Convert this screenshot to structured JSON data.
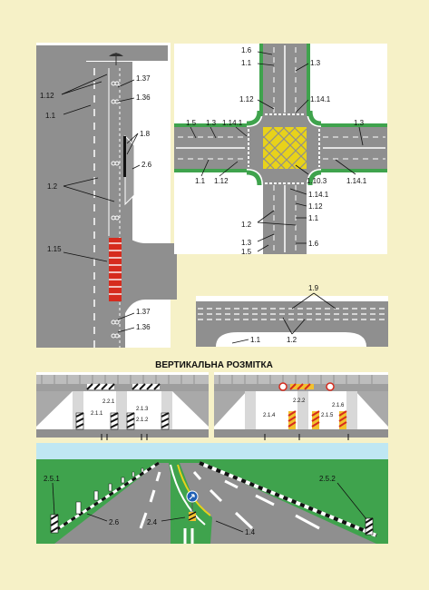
{
  "title": "ВЕРТИКАЛЬНА РОЗМІТКА",
  "left_road_labels": [
    "1.12",
    "1.1",
    "1.37",
    "1.36",
    "1.8",
    "2.6",
    "1.2",
    "1.15",
    "1.37",
    "1.36"
  ],
  "crossroad_labels": [
    "1.6",
    "1.1",
    "1.3",
    "1.12",
    "1.14.1",
    "1.5",
    "1.3",
    "1.14.1",
    "1.3",
    "1.1",
    "1.12",
    "1.10.3",
    "1.14.1",
    "1.14.1",
    "1.12",
    "1.1",
    "1.2",
    "1.3",
    "1.5",
    "1.6"
  ],
  "bridge_labels": [
    "1.9",
    "1.1",
    "1.2"
  ],
  "tunnel_left_labels": [
    "2.2.1",
    "2.1.1",
    "2.1.2",
    "2.1.3"
  ],
  "tunnel_right_labels": [
    "2.2.2",
    "2.1.4",
    "2.1.5",
    "2.1.6"
  ],
  "perspective_labels": [
    "2.5.1",
    "2.6",
    "2.4",
    "1.4",
    "2.5.2"
  ],
  "colors": {
    "background": "#f6f1c7",
    "asphalt": "#8c8c8c",
    "curb": "#ffffff",
    "grass": "#3fa34d",
    "yellow_box": "#e8d21a",
    "sky": "#bfe7f3",
    "red_stripe": "#d62b1e"
  }
}
